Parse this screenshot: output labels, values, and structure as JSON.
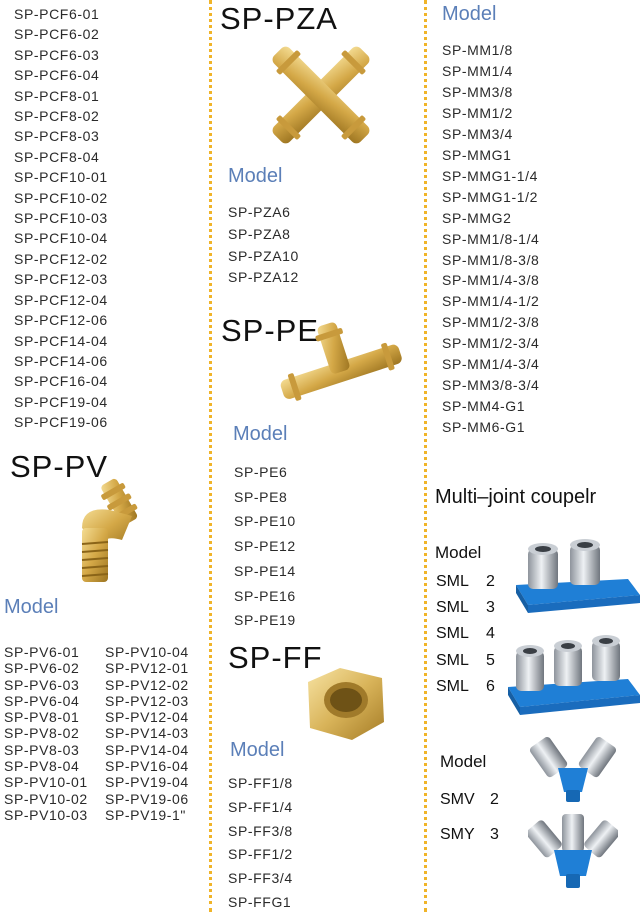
{
  "pcf_models": [
    "SP-PCF6-01",
    "SP-PCF6-02",
    "SP-PCF6-03",
    "SP-PCF6-04",
    "SP-PCF8-01",
    "SP-PCF8-02",
    "SP-PCF8-03",
    "SP-PCF8-04",
    "SP-PCF10-01",
    "SP-PCF10-02",
    "SP-PCF10-03",
    "SP-PCF10-04",
    "SP-PCF12-02",
    "SP-PCF12-03",
    "SP-PCF12-04",
    "SP-PCF12-06",
    "SP-PCF14-04",
    "SP-PCF14-06",
    "SP-PCF16-04",
    "SP-PCF19-04",
    "SP-PCF19-06"
  ],
  "pv": {
    "title": "SP-PV",
    "model_label": "Model",
    "col1": [
      "SP-PV6-01",
      "SP-PV6-02",
      "SP-PV6-03",
      "SP-PV6-04",
      "SP-PV8-01",
      "SP-PV8-02",
      "SP-PV8-03",
      "SP-PV8-04",
      "SP-PV10-01",
      "SP-PV10-02",
      "SP-PV10-03"
    ],
    "col2": [
      "SP-PV10-04",
      "SP-PV12-01",
      "SP-PV12-02",
      "SP-PV12-03",
      "SP-PV12-04",
      "SP-PV14-03",
      "SP-PV14-04",
      "SP-PV16-04",
      "SP-PV19-04",
      "SP-PV19-06",
      "SP-PV19-1\""
    ]
  },
  "pza": {
    "title": "SP-PZA",
    "model_label": "Model",
    "models": [
      "SP-PZA6",
      "SP-PZA8",
      "SP-PZA10",
      "SP-PZA12"
    ]
  },
  "pe": {
    "title": "SP-PE",
    "model_label": "Model",
    "models": [
      "SP-PE6",
      "SP-PE8",
      "SP-PE10",
      "SP-PE12",
      "SP-PE14",
      "SP-PE16",
      "SP-PE19"
    ]
  },
  "ff": {
    "title": "SP-FF",
    "model_label": "Model",
    "models": [
      "SP-FF1/8",
      "SP-FF1/4",
      "SP-FF3/8",
      "SP-FF1/2",
      "SP-FF3/4",
      "SP-FFG1"
    ]
  },
  "mm": {
    "model_label": "Model",
    "models": [
      "SP-MM1/8",
      "SP-MM1/4",
      "SP-MM3/8",
      "SP-MM1/2",
      "SP-MM3/4",
      "SP-MMG1",
      "SP-MMG1-1/4",
      "SP-MMG1-1/2",
      "SP-MMG2",
      "SP-MM1/8-1/4",
      "SP-MM1/8-3/8",
      "SP-MM1/4-3/8",
      "SP-MM1/4-1/2",
      "SP-MM1/2-3/8",
      "SP-MM1/2-3/4",
      "SP-MM1/4-3/4",
      "SP-MM3/8-3/4",
      "SP-MM4-G1",
      "SP-MM6-G1"
    ]
  },
  "multi": {
    "title": "Multi–joint coupelr",
    "model_label": "Model",
    "sml": [
      {
        "code": "SML",
        "n": "2"
      },
      {
        "code": "SML",
        "n": "3"
      },
      {
        "code": "SML",
        "n": "4"
      },
      {
        "code": "SML",
        "n": "5"
      },
      {
        "code": "SML",
        "n": "6"
      }
    ],
    "model_label2": "Model",
    "smv": [
      {
        "code": "SMV",
        "n": "2"
      },
      {
        "code": "SMY",
        "n": "3"
      }
    ]
  },
  "colors": {
    "divider": "#f0b429",
    "model_label": "#5b7fb8",
    "brass": "#d9b45a",
    "blue_base": "#1f7fd6"
  }
}
